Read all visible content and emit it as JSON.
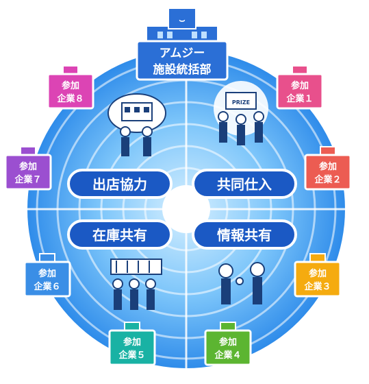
{
  "hub": {
    "line1": "アムジー",
    "line2": "施設統括部",
    "color": "#2b6fd6"
  },
  "center": {
    "color_dark": "#1f7fe0",
    "color_light": "#8fd0fb",
    "ring_color": "#5fb3f5"
  },
  "functions": [
    {
      "id": "joint-purchasing",
      "label": "共同仕入",
      "illustration": "prize-box-icon"
    },
    {
      "id": "store-cooperation",
      "label": "出店協力",
      "illustration": "amusement-building-icon"
    },
    {
      "id": "inventory-sharing",
      "label": "在庫共有",
      "illustration": "crane-game-lift-icon"
    },
    {
      "id": "info-sharing",
      "label": "情報共有",
      "illustration": "conversation-icon"
    }
  ],
  "companies": [
    {
      "line1": "参加",
      "line2": "企業１",
      "color": "#e8508c"
    },
    {
      "line1": "参加",
      "line2": "企業２",
      "color": "#ec5c52"
    },
    {
      "line1": "参加",
      "line2": "企業３",
      "color": "#f5ab0f"
    },
    {
      "line1": "参加",
      "line2": "企業４",
      "color": "#5cb531"
    },
    {
      "line1": "参加",
      "line2": "企業５",
      "color": "#19b2a4"
    },
    {
      "line1": "参加",
      "line2": "企業６",
      "color": "#3a8ee6"
    },
    {
      "line1": "参加",
      "line2": "企業７",
      "color": "#9b4fd0"
    },
    {
      "line1": "参加",
      "line2": "企業８",
      "color": "#dc44b4"
    }
  ]
}
